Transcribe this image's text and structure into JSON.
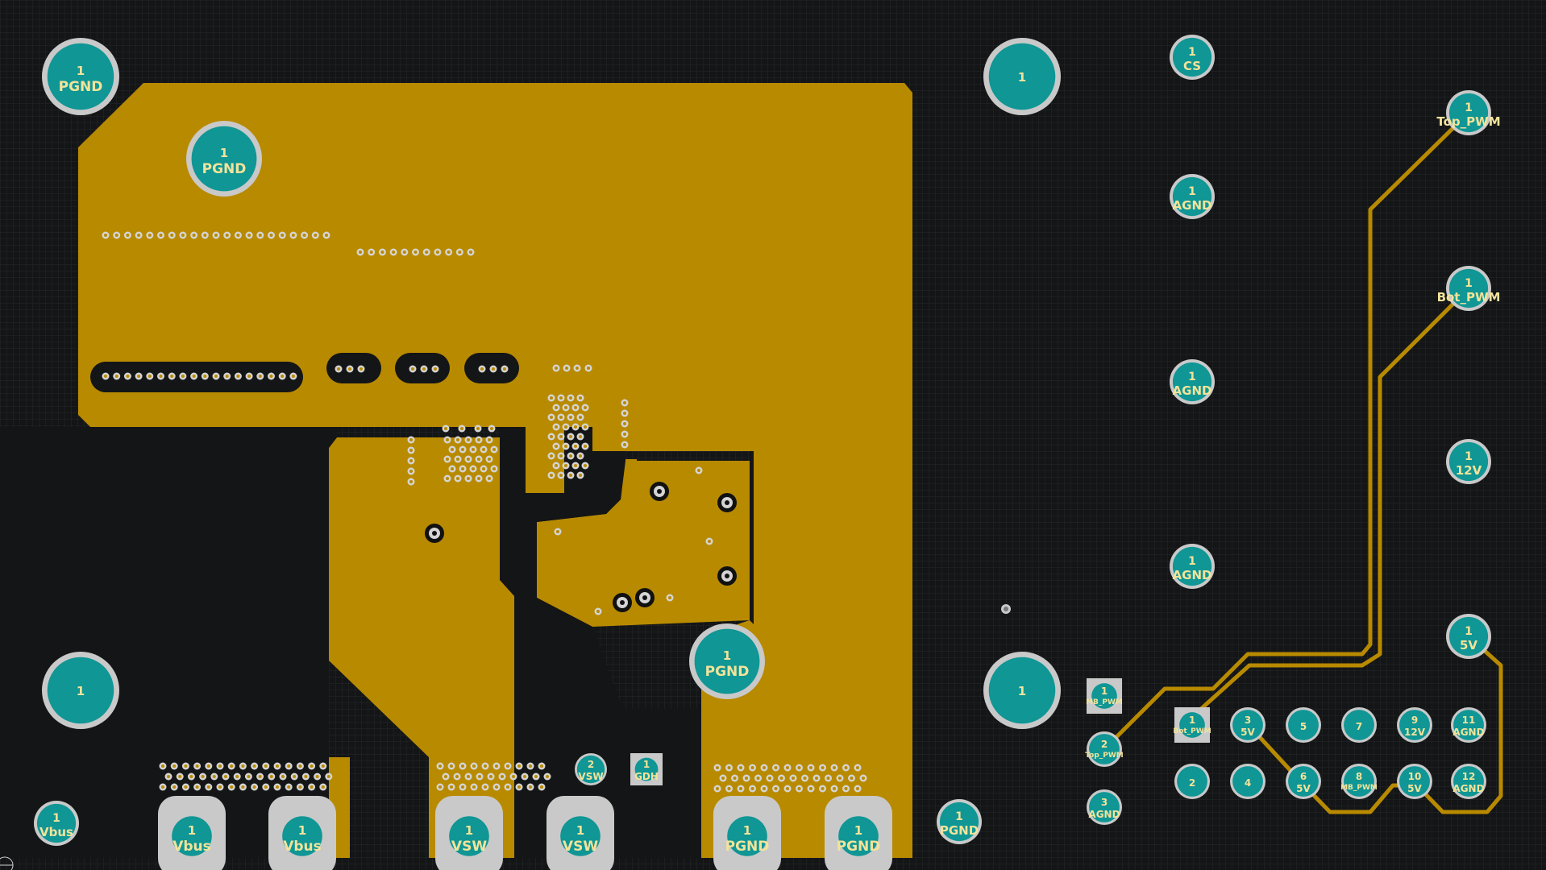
{
  "colors": {
    "background": "#141516",
    "grid": "#26282a",
    "copper": "#b88a00",
    "pad_ring": "#c9c9c9",
    "pad_fill": "#0f9695",
    "label": "#f2e39a",
    "via_hole": "#1a1a1a"
  },
  "pads": [
    {
      "num": "1",
      "net": "PGND"
    },
    {
      "num": "1",
      "net": "PGND"
    },
    {
      "num": "1",
      "net": ""
    },
    {
      "num": "1",
      "net": ""
    },
    {
      "num": "1",
      "net": ""
    },
    {
      "num": "1",
      "net": "PGND"
    },
    {
      "num": "1",
      "net": "Vbus"
    },
    {
      "num": "1",
      "net": "Vbus"
    },
    {
      "num": "1",
      "net": "Vbus"
    },
    {
      "num": "1",
      "net": "VSW"
    },
    {
      "num": "1",
      "net": "VSW"
    },
    {
      "num": "1",
      "net": "PGND"
    },
    {
      "num": "1",
      "net": "PGND"
    },
    {
      "num": "1",
      "net": "PGND"
    },
    {
      "num": "2",
      "net": "VSW"
    },
    {
      "num": "1",
      "net": "GDH"
    },
    {
      "num": "1",
      "net": ""
    },
    {
      "num": "1",
      "net": "CS"
    },
    {
      "num": "1",
      "net": "AGND"
    },
    {
      "num": "1",
      "net": "AGND"
    },
    {
      "num": "1",
      "net": "AGND"
    },
    {
      "num": "1",
      "net": "Top_PWM"
    },
    {
      "num": "1",
      "net": "Bot_PWM"
    },
    {
      "num": "1",
      "net": "12V"
    },
    {
      "num": "1",
      "net": "5V"
    },
    {
      "num": "1",
      "net": "MB_PWM"
    },
    {
      "num": "2",
      "net": "Top_PWM"
    },
    {
      "num": "3",
      "net": "AGND"
    },
    {
      "num": "1",
      "net": "Bot_PWM"
    },
    {
      "num": "3",
      "net": "5V"
    },
    {
      "num": "5",
      "net": ""
    },
    {
      "num": "7",
      "net": ""
    },
    {
      "num": "9",
      "net": "12V"
    },
    {
      "num": "11",
      "net": "AGND"
    },
    {
      "num": "2",
      "net": ""
    },
    {
      "num": "4",
      "net": ""
    },
    {
      "num": "6",
      "net": "5V"
    },
    {
      "num": "8",
      "net": "MB_PWM"
    },
    {
      "num": "10",
      "net": "5V"
    },
    {
      "num": "12",
      "net": "AGND"
    }
  ]
}
